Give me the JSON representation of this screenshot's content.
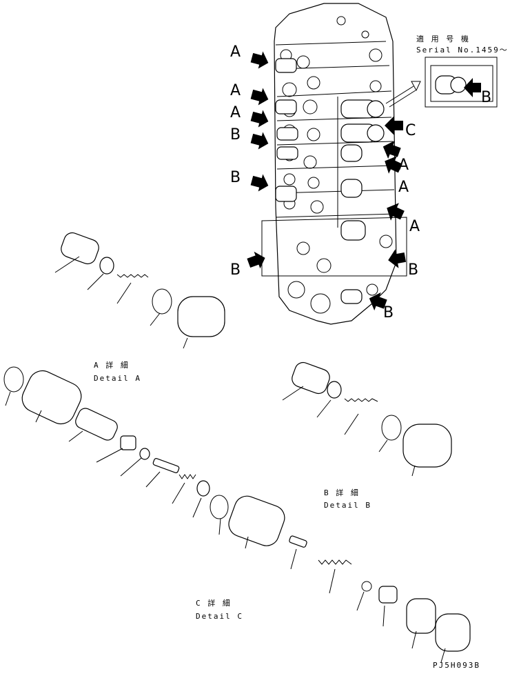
{
  "serial": {
    "jp": "適 用 号 機",
    "en": "Serial No.1459～"
  },
  "callouts": {
    "left": [
      "A",
      "A",
      "A",
      "B",
      "B",
      "B"
    ],
    "right": [
      "C",
      "A",
      "A",
      "A",
      "B",
      "B"
    ],
    "inset": "B"
  },
  "details": {
    "a_jp": "A 詳 細",
    "a_en": "Detail A",
    "b_jp": "B 詳 細",
    "b_en": "Detail B",
    "c_jp": "C 詳 細",
    "c_en": "Detail C"
  },
  "drawing_code": "PJ5H093B"
}
